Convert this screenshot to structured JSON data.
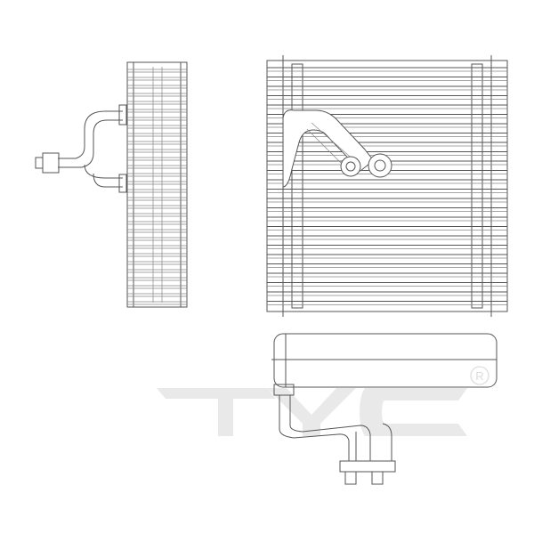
{
  "watermark": {
    "brand": "TYC",
    "mark": "®",
    "color": "#e9e9e9"
  },
  "drawing": {
    "views": [
      "side-view",
      "front-view",
      "top-view"
    ],
    "line_color": "#555555"
  }
}
